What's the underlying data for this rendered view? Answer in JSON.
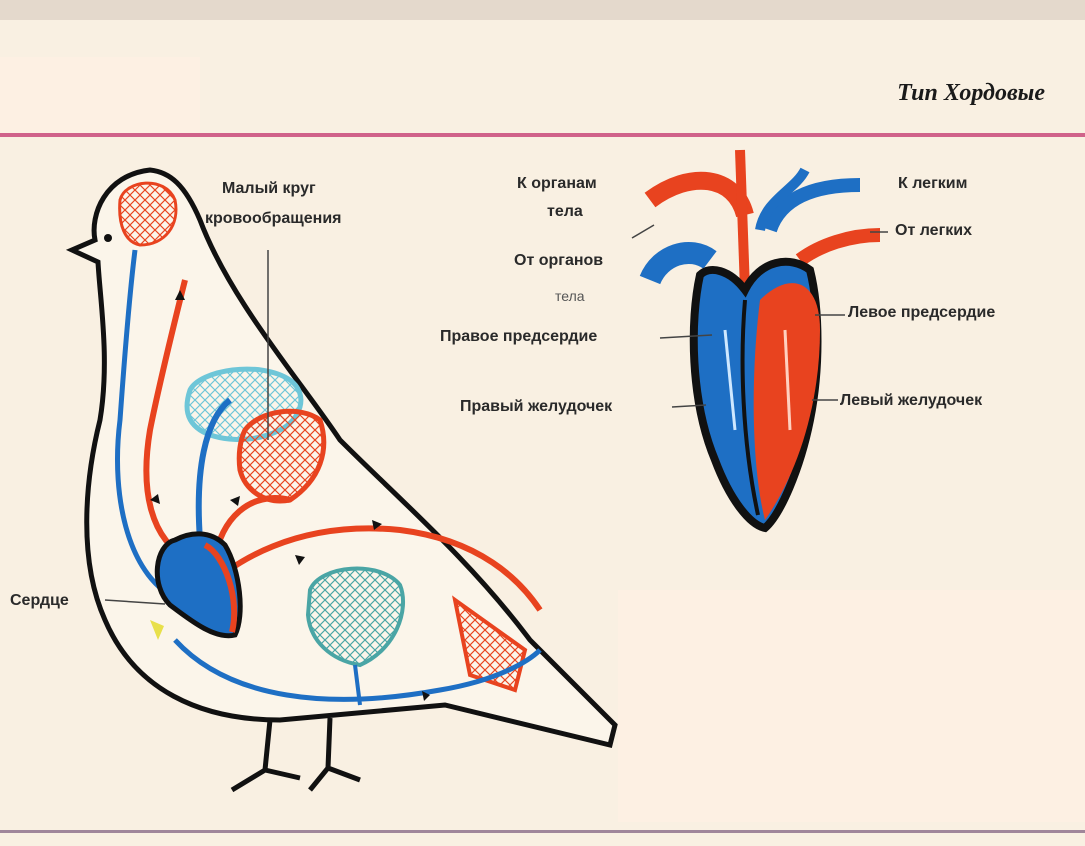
{
  "header": {
    "title": "Тип Хордовые"
  },
  "bird": {
    "pulmonary_circle_line1": "Малый круг",
    "pulmonary_circle_line2": "кровообращения",
    "heart": "Сердце"
  },
  "heart_detail": {
    "to_body_line1": "К органам",
    "to_body_line2": "тела",
    "from_body_line1": "От органов",
    "from_body_line2": "тела",
    "to_lungs": "К легким",
    "from_lungs": "От легких",
    "right_atrium": "Правое предсердие",
    "left_atrium": "Левое предсердие",
    "right_ventricle": "Правый желудочек",
    "left_ventricle": "Левый желудочек"
  },
  "colors": {
    "arterial": "#e8431f",
    "venous": "#1e6fc4",
    "capillary_light": "#6ec6d8",
    "outline": "#111111",
    "rule": "#d0628a"
  }
}
